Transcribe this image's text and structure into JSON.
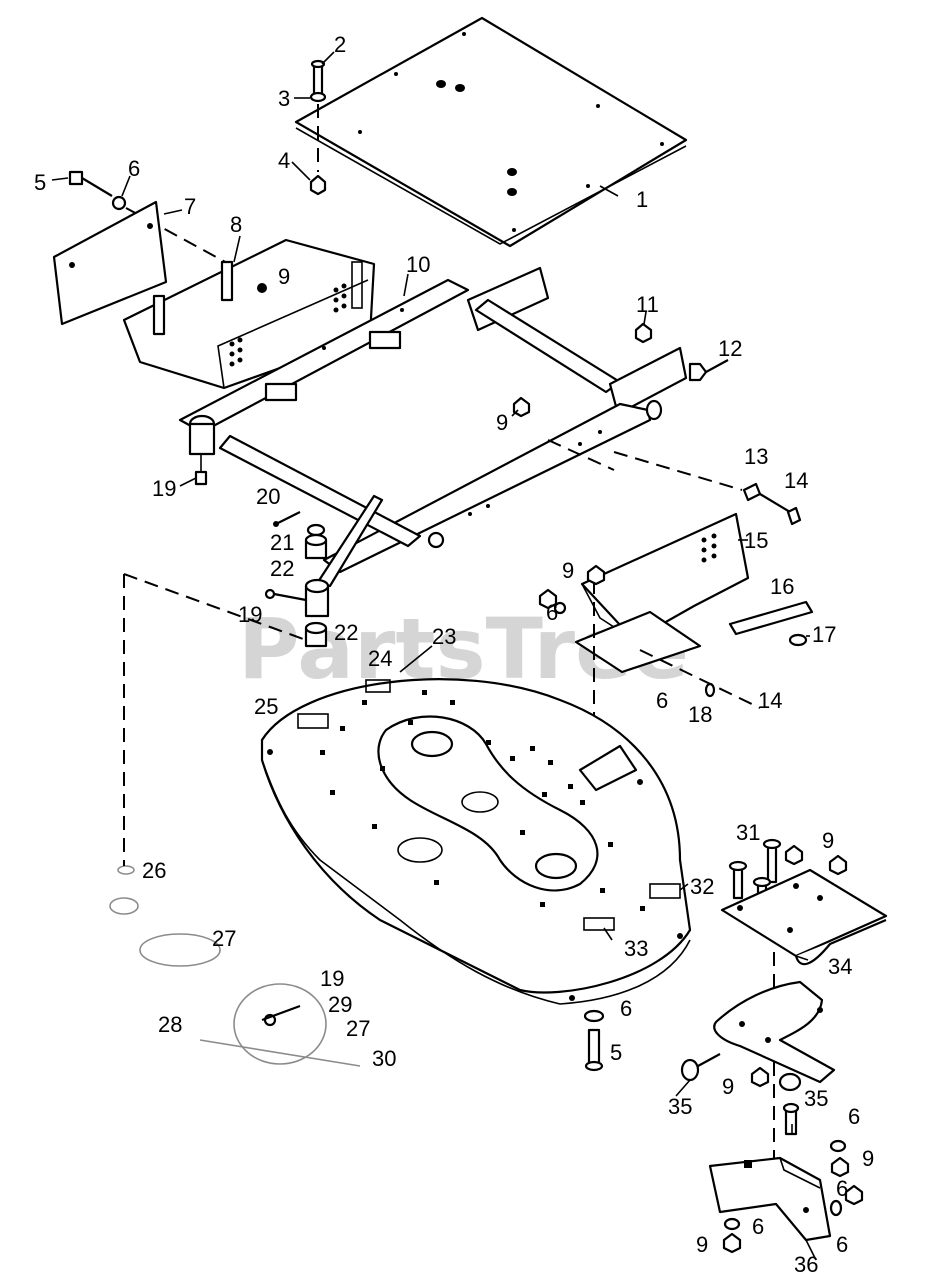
{
  "watermark": "PartsTree",
  "callouts": [
    {
      "id": "c-1",
      "text": "1"
    },
    {
      "id": "c-2",
      "text": "2"
    },
    {
      "id": "c-3",
      "text": "3"
    },
    {
      "id": "c-4",
      "text": "4"
    },
    {
      "id": "c-5a",
      "text": "5"
    },
    {
      "id": "c-6a",
      "text": "6"
    },
    {
      "id": "c-7",
      "text": "7"
    },
    {
      "id": "c-8",
      "text": "8"
    },
    {
      "id": "c-9a",
      "text": "9"
    },
    {
      "id": "c-10",
      "text": "10"
    },
    {
      "id": "c-11",
      "text": "11"
    },
    {
      "id": "c-12",
      "text": "12"
    },
    {
      "id": "c-9b",
      "text": "9"
    },
    {
      "id": "c-13",
      "text": "13"
    },
    {
      "id": "c-14a",
      "text": "14"
    },
    {
      "id": "c-19a",
      "text": "19"
    },
    {
      "id": "c-20",
      "text": "20"
    },
    {
      "id": "c-21",
      "text": "21"
    },
    {
      "id": "c-22a",
      "text": "22"
    },
    {
      "id": "c-15",
      "text": "15"
    },
    {
      "id": "c-9c",
      "text": "9"
    },
    {
      "id": "c-6b",
      "text": "6"
    },
    {
      "id": "c-16",
      "text": "16"
    },
    {
      "id": "c-17",
      "text": "17"
    },
    {
      "id": "c-19b",
      "text": "19"
    },
    {
      "id": "c-22b",
      "text": "22"
    },
    {
      "id": "c-23",
      "text": "23"
    },
    {
      "id": "c-24",
      "text": "24"
    },
    {
      "id": "c-6c",
      "text": "6"
    },
    {
      "id": "c-18",
      "text": "18"
    },
    {
      "id": "c-14b",
      "text": "14"
    },
    {
      "id": "c-25",
      "text": "25"
    },
    {
      "id": "c-26",
      "text": "26"
    },
    {
      "id": "c-31",
      "text": "31"
    },
    {
      "id": "c-9d",
      "text": "9"
    },
    {
      "id": "c-32",
      "text": "32"
    },
    {
      "id": "c-27a",
      "text": "27"
    },
    {
      "id": "c-33",
      "text": "33"
    },
    {
      "id": "c-34",
      "text": "34"
    },
    {
      "id": "c-19c",
      "text": "19"
    },
    {
      "id": "c-28",
      "text": "28"
    },
    {
      "id": "c-29",
      "text": "29"
    },
    {
      "id": "c-27b",
      "text": "27"
    },
    {
      "id": "c-6d",
      "text": "6"
    },
    {
      "id": "c-30",
      "text": "30"
    },
    {
      "id": "c-5b",
      "text": "5"
    },
    {
      "id": "c-35a",
      "text": "35"
    },
    {
      "id": "c-9e",
      "text": "9"
    },
    {
      "id": "c-35b",
      "text": "35"
    },
    {
      "id": "c-6e",
      "text": "6"
    },
    {
      "id": "c-9f",
      "text": "9"
    },
    {
      "id": "c-6f",
      "text": "6"
    },
    {
      "id": "c-9g",
      "text": "9"
    },
    {
      "id": "c-6g",
      "text": "6"
    },
    {
      "id": "c-36",
      "text": "36"
    },
    {
      "id": "c-6h",
      "text": "6"
    }
  ]
}
